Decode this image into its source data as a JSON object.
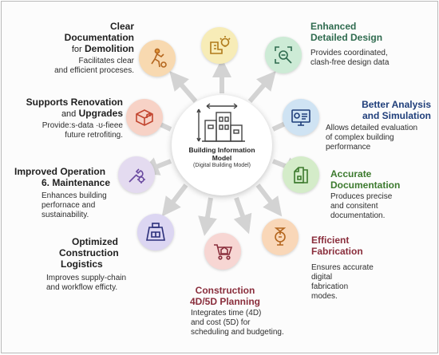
{
  "center": {
    "title_line1": "Building Information",
    "title_line2": "Model",
    "subtitle": "(Digital Building Model)"
  },
  "items": [
    {
      "key": "demolition",
      "title_line1": "Clear",
      "title_line2": "Documentation",
      "title_small": "for",
      "title_line3": "Demolition",
      "desc_line1": "Facilitates clear",
      "desc_line2": "and efficient proceses.",
      "icon": "worker-demolition-icon",
      "color": "#f8d9b0"
    },
    {
      "key": "design",
      "title_line1": "Enhanced",
      "title_line2": "Detailed Design",
      "desc_line1": "Provides coordinated,",
      "desc_line2": "clash-free design data",
      "icon": "magnifier-plan-icon",
      "color": "#cdebd6"
    },
    {
      "key": "renovation",
      "title_line1": "Supports Renovation",
      "title_small": "and",
      "title_line2": "Upgrades",
      "desc_line1": "Provide:s-data ·ʊ-fieee",
      "desc_line2": "future retrofiting.",
      "icon": "building-cube-icon",
      "color": "#f7d2c6"
    },
    {
      "key": "analysis",
      "title_line1": "Better Analysis",
      "title_line2": "and Simulation",
      "desc_line1": "Allows detailed evaluation",
      "desc_line2": "of complex building performance",
      "icon": "monitor-chart-icon",
      "color": "#cfe3f3"
    },
    {
      "key": "operation",
      "title_line1": "Improved Operation",
      "title_line2": "6. Maintenance",
      "desc_line1": "Enhances building",
      "desc_line2": "perfornace and",
      "desc_line3": "sustainability.",
      "icon": "wrench-gear-icon",
      "color": "#e4dbf0"
    },
    {
      "key": "documentation",
      "title_line1": "Accurate",
      "title_line2": "Documentation",
      "desc_line1": "Produces precise",
      "desc_line2": "and consitent",
      "desc_line3": "documentation.",
      "icon": "documents-icon",
      "color": "#d4ecc9"
    },
    {
      "key": "logistics",
      "title_line1": "Optimized",
      "title_line2": "Construction",
      "title_line3": "Logistics",
      "desc_line1": "Improves supply-chain",
      "desc_line2": "and workflow efficty.",
      "icon": "site-layout-icon",
      "color": "#dcd6f2"
    },
    {
      "key": "fabrication",
      "title_line1": "Efficient",
      "title_line2": "Fabrication",
      "desc_line1": "Ensures accurate",
      "desc_line2": "digital",
      "desc_line3": "fabrication",
      "desc_line4": "modes.",
      "icon": "robot-arm-icon",
      "color": "#f9d7b8"
    },
    {
      "key": "planning",
      "title_line1": "Construction",
      "title_line2": "4D/5D Planning",
      "desc_line1": "Integrates time (4D)",
      "desc_line2": "and cost (5D) for",
      "desc_line3": "scheduling and budgeting.",
      "icon": "cart-house-icon",
      "color": "#f7d6d3"
    },
    {
      "key": "top",
      "icon": "blueprint-bulb-icon",
      "color": "#f7ecb7"
    }
  ],
  "colors": {
    "arrow": "#d3d3d3",
    "teal": "#2f6b4f",
    "navy": "#1f3e7a",
    "maroon": "#8a2e3c"
  }
}
